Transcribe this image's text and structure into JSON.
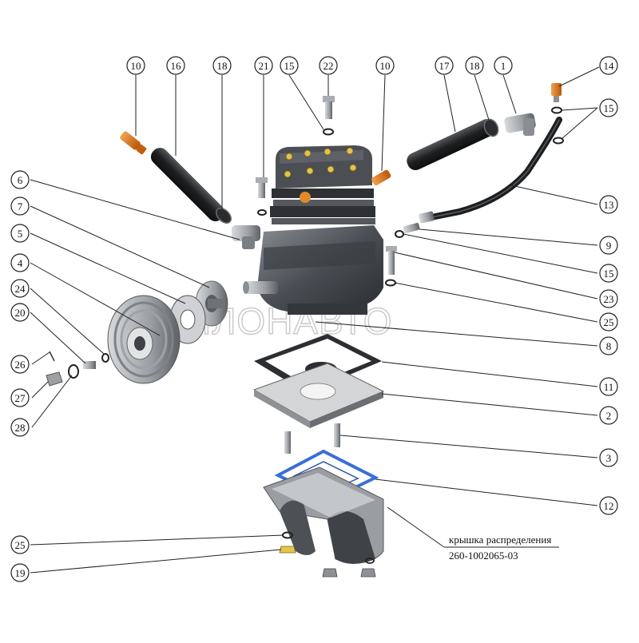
{
  "diagram": {
    "watermark": "АКВИЛОНАВТО",
    "note": {
      "line1": "крышка распределения",
      "line2": "260-1002065-03"
    },
    "callouts": [
      {
        "id": "c10a",
        "label": "10"
      },
      {
        "id": "c16",
        "label": "16"
      },
      {
        "id": "c18a",
        "label": "18"
      },
      {
        "id": "c21",
        "label": "21"
      },
      {
        "id": "c15a",
        "label": "15"
      },
      {
        "id": "c22",
        "label": "22"
      },
      {
        "id": "c10b",
        "label": "10"
      },
      {
        "id": "c17",
        "label": "17"
      },
      {
        "id": "c18b",
        "label": "18"
      },
      {
        "id": "c1",
        "label": "1"
      },
      {
        "id": "c14",
        "label": "14"
      },
      {
        "id": "c15b",
        "label": "15"
      },
      {
        "id": "c13",
        "label": "13"
      },
      {
        "id": "c9",
        "label": "9"
      },
      {
        "id": "c15c",
        "label": "15"
      },
      {
        "id": "c23",
        "label": "23"
      },
      {
        "id": "c25a",
        "label": "25"
      },
      {
        "id": "c8",
        "label": "8"
      },
      {
        "id": "c11",
        "label": "11"
      },
      {
        "id": "c2",
        "label": "2"
      },
      {
        "id": "c3",
        "label": "3"
      },
      {
        "id": "c12",
        "label": "12"
      },
      {
        "id": "c6",
        "label": "6"
      },
      {
        "id": "c7",
        "label": "7"
      },
      {
        "id": "c5",
        "label": "5"
      },
      {
        "id": "c4",
        "label": "4"
      },
      {
        "id": "c24",
        "label": "24"
      },
      {
        "id": "c20",
        "label": "20"
      },
      {
        "id": "c26",
        "label": "26"
      },
      {
        "id": "c27",
        "label": "27"
      },
      {
        "id": "c28",
        "label": "28"
      },
      {
        "id": "c25b",
        "label": "25"
      },
      {
        "id": "c19",
        "label": "19"
      }
    ],
    "colors": {
      "metal_dark": "#3a3d42",
      "metal_mid": "#6b6f75",
      "metal_light": "#b9bcc0",
      "hose": "#222426",
      "fitting_orange": "#e07a1f",
      "gasket_blue": "#3a6fd6"
    }
  }
}
